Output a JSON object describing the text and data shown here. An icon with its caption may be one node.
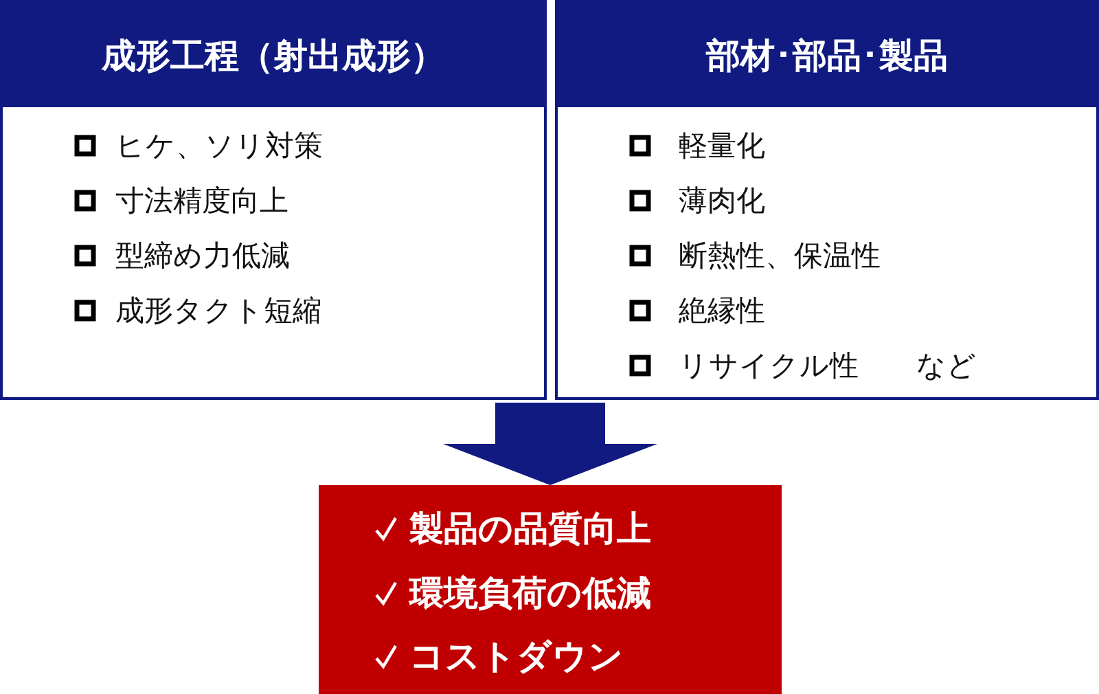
{
  "diagram": {
    "nodes": [
      {
        "text": [
          "成形工程（射出成形）",
          "ヒケ、ソリ対策",
          "寸法精度向上",
          "型締め力低減",
          "成形タクト短縮"
        ]
      },
      {
        "text": [
          "部材･部品･製品",
          "軽量化",
          "薄肉化",
          "断熱性、保温性",
          "絶縁性",
          "リサイクル性　　など"
        ]
      },
      {
        "text": [
          "製品の品質向上",
          "環境負荷の低減",
          "コストダウン"
        ]
      }
    ],
    "edges": [
      {
        "from": 0,
        "to": 2,
        "arrow": "to"
      },
      {
        "from": 1,
        "to": 2,
        "arrow": "to"
      }
    ]
  }
}
